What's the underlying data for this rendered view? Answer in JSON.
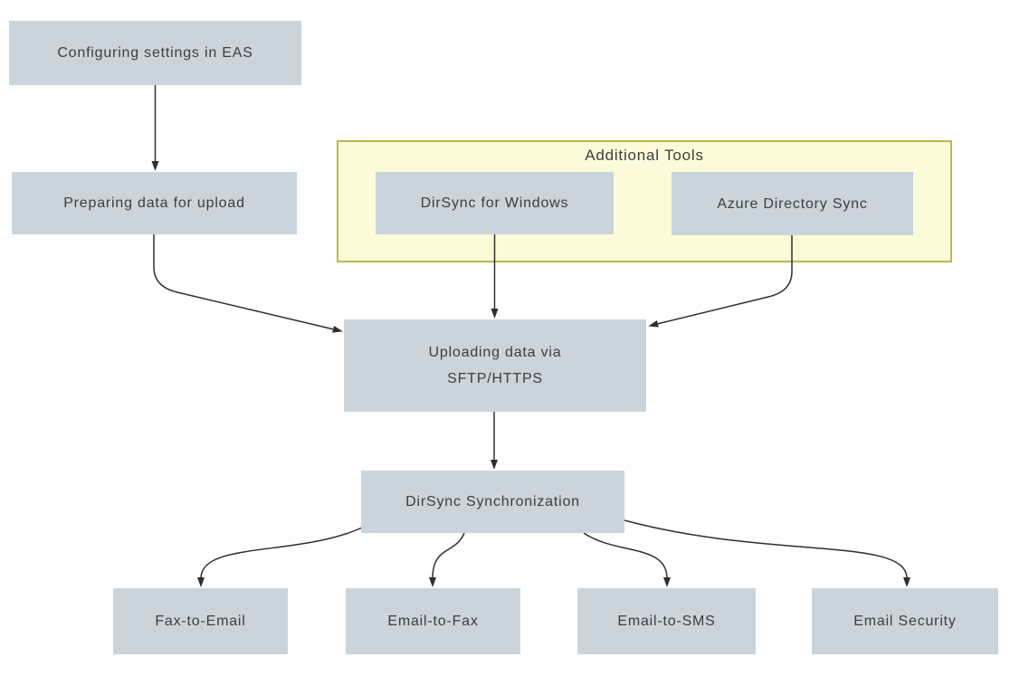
{
  "diagram": {
    "group": {
      "label": "Additional Tools"
    },
    "nodes": {
      "configuring": {
        "label": "Configuring settings in EAS"
      },
      "preparing": {
        "label": "Preparing data for upload"
      },
      "dirsync_windows": {
        "label": "DirSync for Windows"
      },
      "azure_sync": {
        "label": "Azure Directory Sync"
      },
      "uploading": {
        "lines": [
          "Uploading data via",
          "SFTP/HTTPS"
        ]
      },
      "dirsync_sync": {
        "label": "DirSync Synchronization"
      },
      "fax_to_email": {
        "label": "Fax-to-Email"
      },
      "email_to_fax": {
        "label": "Email-to-Fax"
      },
      "email_to_sms": {
        "label": "Email-to-SMS"
      },
      "email_security": {
        "label": "Email Security"
      }
    },
    "edges": [
      {
        "from": "Configuring settings in EAS",
        "to": "Preparing data for upload"
      },
      {
        "from": "Preparing data for upload",
        "to": "Uploading data via SFTP/HTTPS"
      },
      {
        "from": "DirSync for Windows",
        "to": "Uploading data via SFTP/HTTPS"
      },
      {
        "from": "Azure Directory Sync",
        "to": "Uploading data via SFTP/HTTPS"
      },
      {
        "from": "Uploading data via SFTP/HTTPS",
        "to": "DirSync Synchronization"
      },
      {
        "from": "DirSync Synchronization",
        "to": "Fax-to-Email"
      },
      {
        "from": "DirSync Synchronization",
        "to": "Email-to-Fax"
      },
      {
        "from": "DirSync Synchronization",
        "to": "Email-to-SMS"
      },
      {
        "from": "DirSync Synchronization",
        "to": "Email Security"
      }
    ],
    "colors": {
      "node_fill": "#cbd4db",
      "group_fill": "#fbfbd9",
      "group_border": "#b9b94e",
      "connector": "#2f2f2f",
      "text": "#3d3d3d",
      "background": "#ffffff"
    }
  }
}
